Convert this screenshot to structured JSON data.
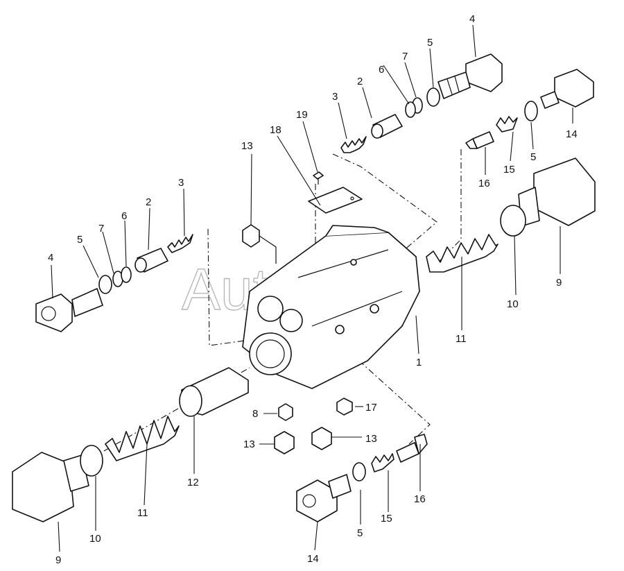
{
  "watermark": "AutoSoft",
  "callouts": {
    "c1": "1",
    "c2a": "2",
    "c2b": "2",
    "c3a": "3",
    "c3b": "3",
    "c4a": "4",
    "c4b": "4",
    "c5a": "5",
    "c5b": "5",
    "c5c": "5",
    "c5d": "5",
    "c6a": "6",
    "c6b": "6",
    "c7a": "7",
    "c7b": "7",
    "c8": "8",
    "c9a": "9",
    "c9b": "9",
    "c10a": "10",
    "c10b": "10",
    "c11a": "11",
    "c11b": "11",
    "c12": "12",
    "c13a": "13",
    "c13b": "13",
    "c13c": "13",
    "c14a": "14",
    "c14b": "14",
    "c15a": "15",
    "c15b": "15",
    "c16a": "16",
    "c16b": "16",
    "c17": "17",
    "c18": "18",
    "c19": "19"
  }
}
